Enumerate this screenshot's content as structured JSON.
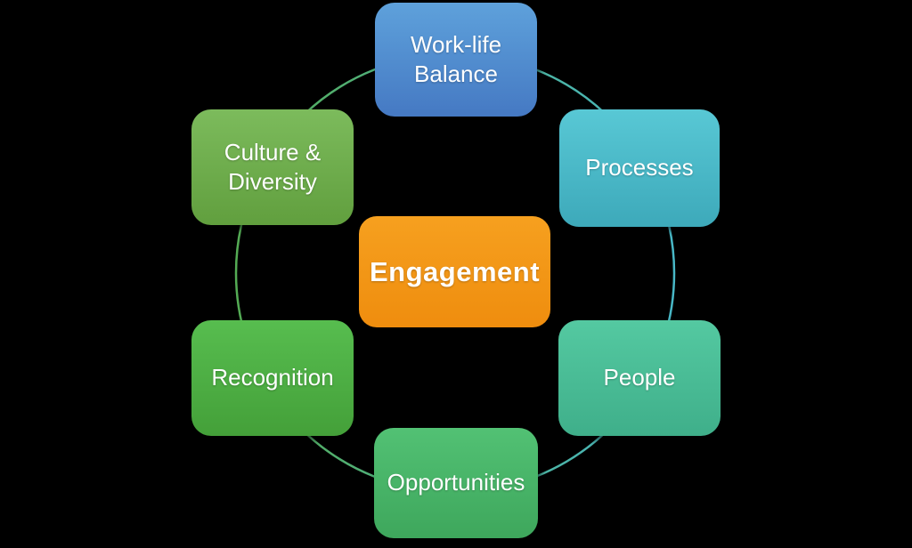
{
  "canvas": {
    "background_color": "#000000"
  },
  "ring": {
    "color_left": "#54AB54",
    "color_right": "#48B7C6",
    "stroke_width": 2.5
  },
  "nodes": [
    {
      "id": "work-life-balance",
      "label": "Work-life Balance",
      "color_top": "#5EA1DB",
      "color_bottom": "#4579C3",
      "text_color": "#FFFFFF"
    },
    {
      "id": "processes",
      "label": "Processes",
      "color_top": "#58C8D5",
      "color_bottom": "#3DA9BA",
      "text_color": "#FFFFFF"
    },
    {
      "id": "people",
      "label": "People",
      "color_top": "#54C9A1",
      "color_bottom": "#3FAF8A",
      "text_color": "#FFFFFF"
    },
    {
      "id": "opportunities",
      "label": "Opportunities",
      "color_top": "#52C174",
      "color_bottom": "#3EA75C",
      "text_color": "#FFFFFF"
    },
    {
      "id": "recognition",
      "label": "Recognition",
      "color_top": "#57BD4F",
      "color_bottom": "#44A039",
      "text_color": "#FFFFFF"
    },
    {
      "id": "culture-diversity",
      "label": "Culture & Diversity",
      "color_top": "#7CBB5C",
      "color_bottom": "#619F3E",
      "text_color": "#FFFFFF"
    },
    {
      "id": "engagement-center",
      "label": "Engagement",
      "color_top": "#F6A01F",
      "color_bottom": "#EF8D0E",
      "text_color": "#FFFFFF"
    }
  ]
}
